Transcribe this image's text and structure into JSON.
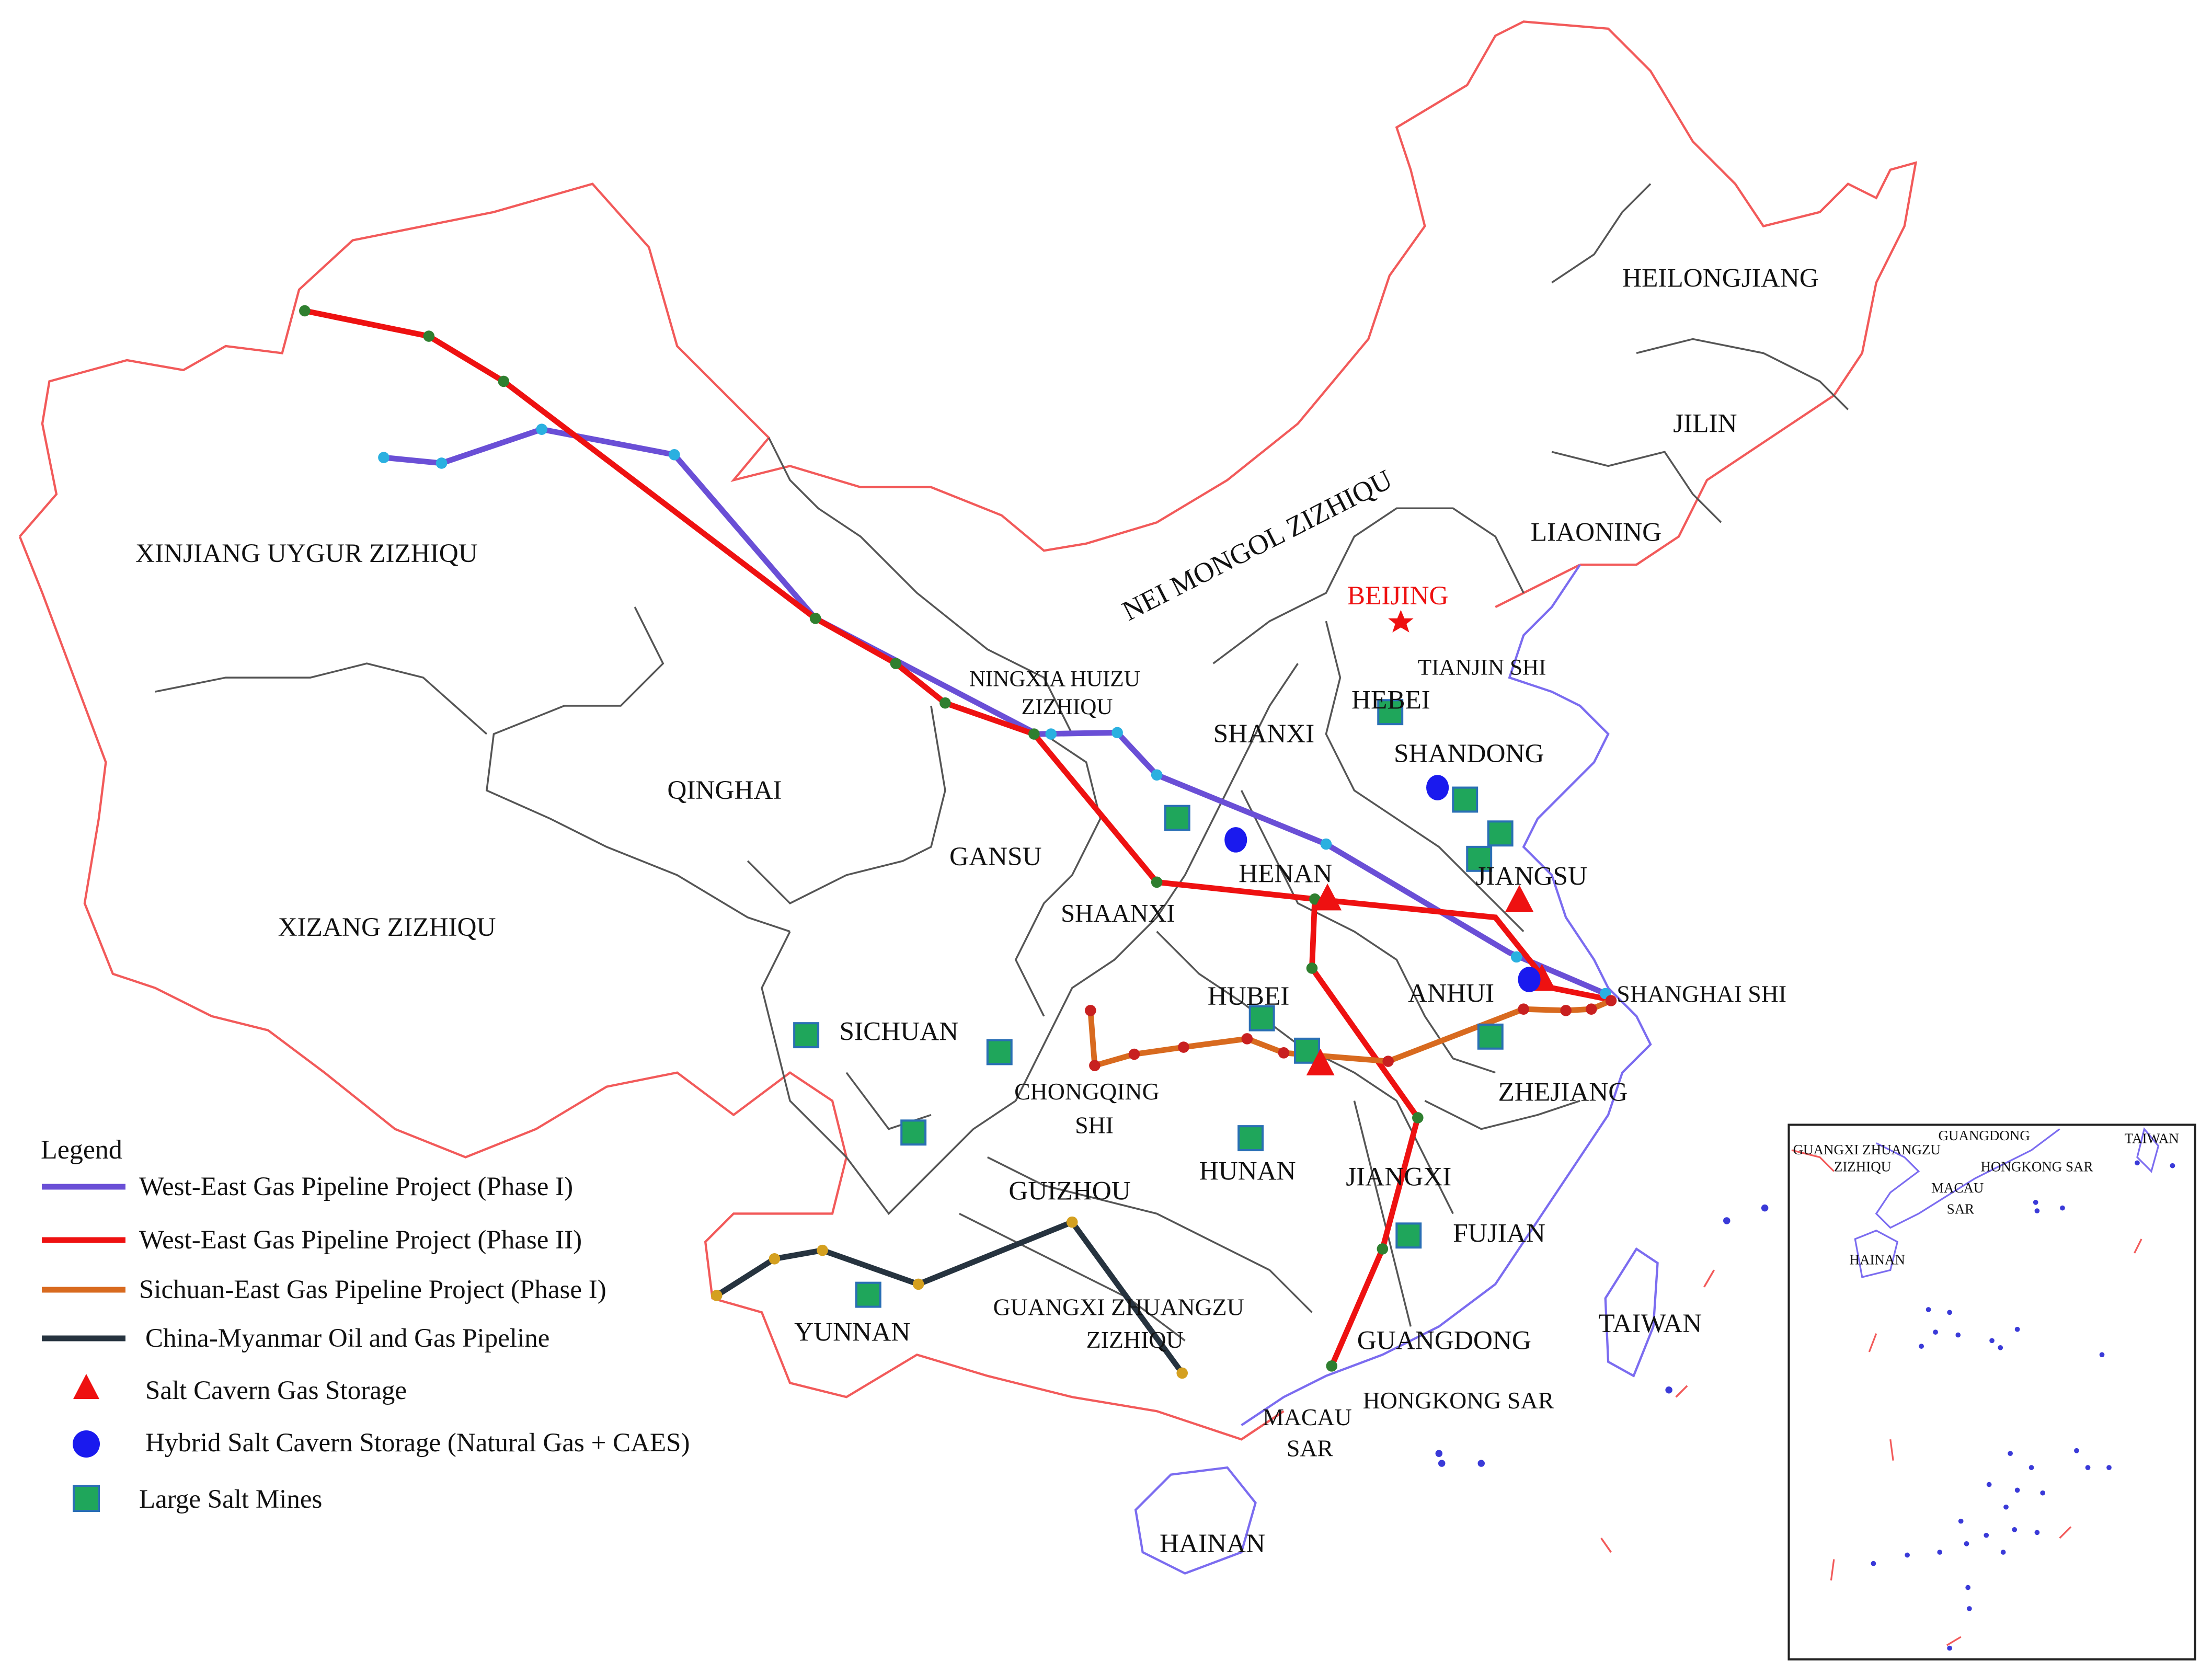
{
  "colors": {
    "border": "#f25a5a",
    "province": "#555555",
    "coast": "#7b6cf0",
    "phase1": "#6a4fd6",
    "phase2": "#ee1111",
    "sichuan": "#d86a1f",
    "myanmar": "#26333f",
    "salt_cavern": "#ee1111",
    "hybrid": "#1a1aee",
    "salt_mine": "#1fa65b",
    "salt_mine_edge": "#2a6fb5",
    "beijing": "#ee1111"
  },
  "labels": {
    "xinjiang": "XINJIANG UYGUR ZIZHIQU",
    "xizang": "XIZANG ZIZHIQU",
    "qinghai": "QINGHAI",
    "gansu": "GANSU",
    "ningxia1": "NINGXIA HUIZU",
    "ningxia2": "ZIZHIQU",
    "neimongol": "NEI MONGOL ZIZHIQU",
    "heilongjiang": "HEILONGJIANG",
    "jilin": "JILIN",
    "liaoning": "LIAONING",
    "beijing": "BEIJING",
    "tianjin": "TIANJIN SHI",
    "hebei": "HEBEI",
    "shanxi": "SHANXI",
    "shandong": "SHANDONG",
    "henan": "HENAN",
    "jiangsu": "JIANGSU",
    "shaanxi": "SHAANXI",
    "anhui": "ANHUI",
    "shanghai": "SHANGHAI SHI",
    "hubei": "HUBEI",
    "sichuan": "SICHUAN",
    "chongqing1": "CHONGQING",
    "chongqing2": "SHI",
    "zhejiang": "ZHEJIANG",
    "hunan": "HUNAN",
    "jiangxi": "JIANGXI",
    "guizhou": "GUIZHOU",
    "fujian": "FUJIAN",
    "yunnan": "YUNNAN",
    "guangxi1": "GUANGXI ZHUANGZU",
    "guangxi2": "ZIZHIQU",
    "guangdong": "GUANGDONG",
    "taiwan": "TAIWAN",
    "hongkong": "HONGKONG SAR",
    "macau1": "MACAU",
    "macau2": "SAR",
    "hainan": "HAINAN"
  },
  "inset": {
    "guangxi1": "GUANGXI ZHUANGZU",
    "guangxi2": "ZIZHIQU",
    "guangdong": "GUANGDONG",
    "taiwan": "TAIWAN",
    "hongkong": "HONGKONG SAR",
    "macau1": "MACAU",
    "macau2": "SAR",
    "hainan": "HAINAN"
  },
  "legend": {
    "title": "Legend",
    "items": [
      {
        "label": "West-East Gas Pipeline Project (Phase I)",
        "kind": "line",
        "color": "#6a4fd6"
      },
      {
        "label": "West-East Gas Pipeline Project (Phase II)",
        "kind": "line",
        "color": "#ee1111"
      },
      {
        "label": "Sichuan-East Gas Pipeline Project (Phase I)",
        "kind": "line",
        "color": "#d86a1f"
      },
      {
        "label": "China-Myanmar Oil and Gas Pipeline",
        "kind": "line",
        "color": "#26333f"
      },
      {
        "label": "Salt Cavern Gas Storage",
        "kind": "triangle",
        "color": "#ee1111"
      },
      {
        "label": "Hybrid Salt Cavern Storage (Natural Gas + CAES)",
        "kind": "circle",
        "color": "#1a1aee"
      },
      {
        "label": "Large Salt Mines",
        "kind": "square",
        "color": "#1fa65b"
      }
    ]
  }
}
